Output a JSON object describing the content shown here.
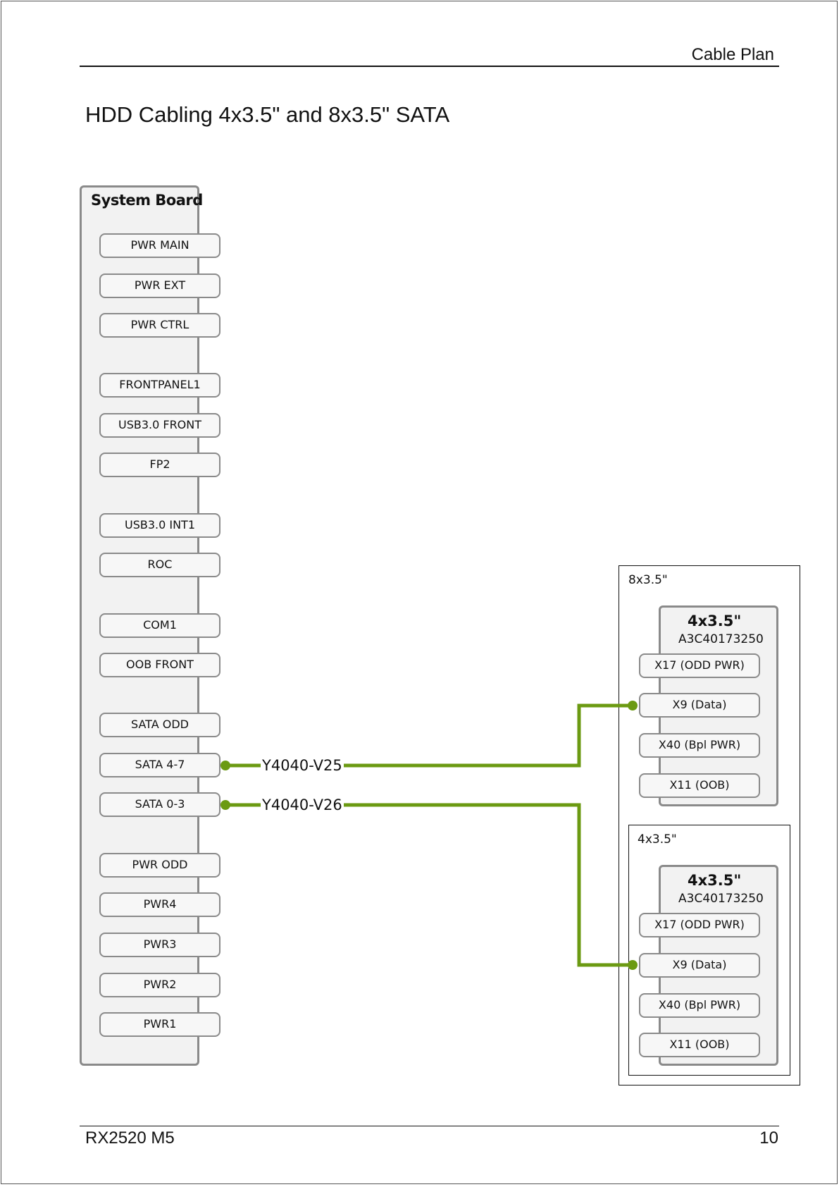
{
  "header": {
    "section": "Cable Plan"
  },
  "title": "HDD Cabling 4x3.5\" and 8x3.5\" SATA",
  "footer": {
    "model": "RX2520 M5",
    "page": "10"
  },
  "system_board": {
    "title": "System Board",
    "connectors": [
      "PWR MAIN",
      "PWR EXT",
      "PWR CTRL",
      "FRONTPANEL1",
      "USB3.0 FRONT",
      "FP2",
      "USB3.0 INT1",
      "ROC",
      "COM1",
      "OOB FRONT",
      "SATA ODD",
      "SATA 4-7",
      "SATA 0-3",
      "PWR ODD",
      "PWR4",
      "PWR3",
      "PWR2",
      "PWR1"
    ]
  },
  "enclosure": {
    "label": "8x3.5\"",
    "group_label": "4x3.5\"",
    "backplanes": [
      {
        "title": "4x3.5\"",
        "part_number": "A3C40173250",
        "connectors": [
          "X17 (ODD PWR)",
          "X9 (Data)",
          "X40 (Bpl PWR)",
          "X11 (OOB)"
        ]
      },
      {
        "title": "4x3.5\"",
        "part_number": "A3C40173250",
        "connectors": [
          "X17 (ODD PWR)",
          "X9 (Data)",
          "X40 (Bpl PWR)",
          "X11 (OOB)"
        ]
      }
    ]
  },
  "cables": [
    {
      "label": "Y4040-V25",
      "from": "SATA 4-7",
      "to": "Backplane 1 X9 (Data)"
    },
    {
      "label": "Y4040-V26",
      "from": "SATA 0-3",
      "to": "Backplane 2 X9 (Data)"
    }
  ],
  "colors": {
    "cable": "#6b9a12",
    "border": "#8a8a8a",
    "box_fill": "#f2f2f2"
  }
}
